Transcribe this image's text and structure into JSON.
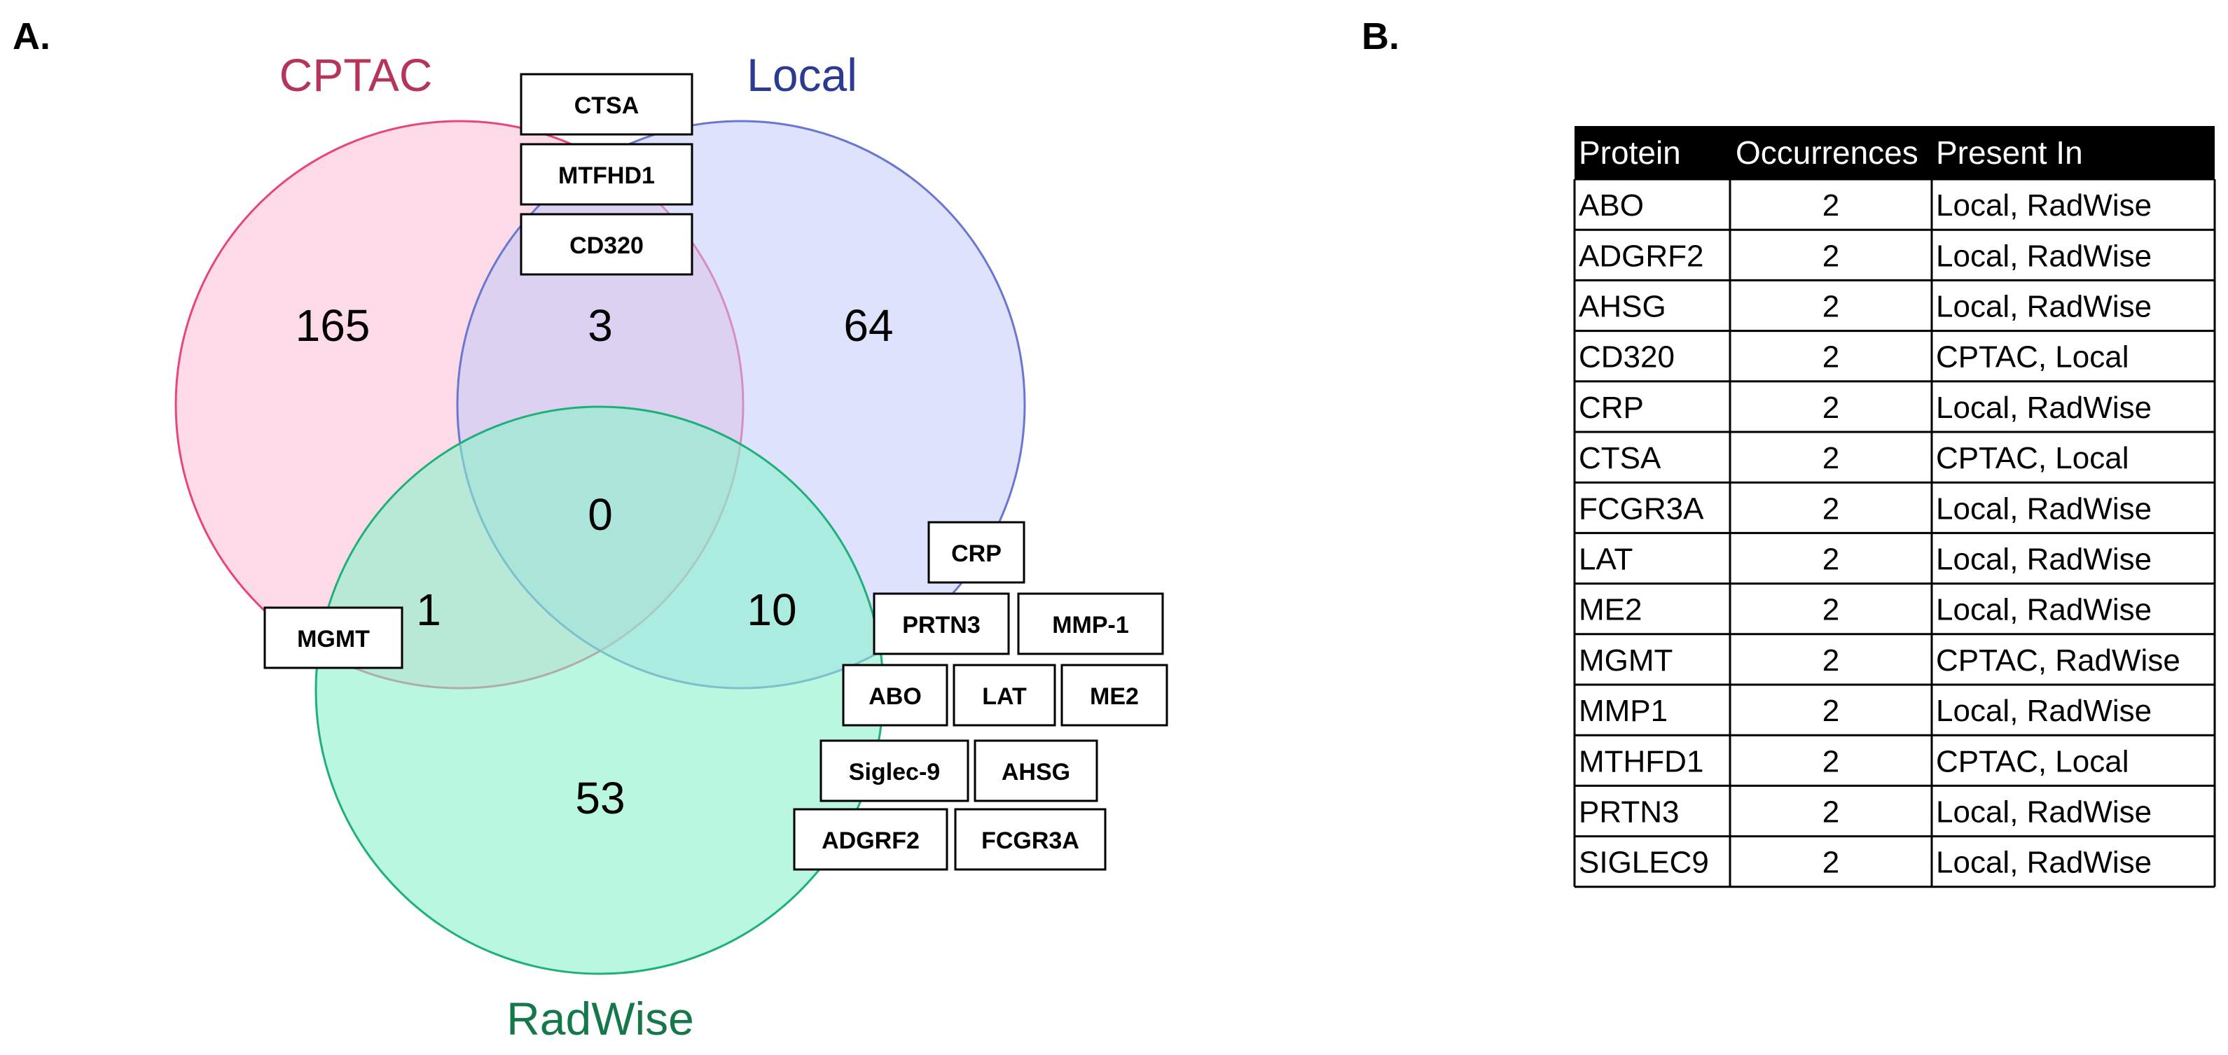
{
  "panel_a": {
    "label": "A.",
    "sets": [
      {
        "name": "CPTAC",
        "color": "#b5355a",
        "fill": "#fcc6da",
        "stroke": "#e8457c"
      },
      {
        "name": "Local",
        "color": "#2b3a93",
        "fill": "#c3cbfa",
        "stroke": "#6a77d0"
      },
      {
        "name": "RadWise",
        "color": "#16784a",
        "fill": "#8bf2cc",
        "stroke": "#1fb07a"
      }
    ],
    "counts": {
      "cptac_only": "165",
      "cptac_local": "3",
      "local_only": "64",
      "all_three": "0",
      "cptac_radwise": "1",
      "local_radwise": "10",
      "radwise_only": "53"
    },
    "tags": {
      "cptac_local": [
        "CTSA",
        "MTFHD1",
        "CD320"
      ],
      "cptac_radwise": [
        "MGMT"
      ],
      "local_radwise": [
        "CRP",
        "PRTN3",
        "MMP-1",
        "ABO",
        "LAT",
        "ME2",
        "Siglec-9",
        "AHSG",
        "ADGRF2",
        "FCGR3A"
      ]
    }
  },
  "panel_b": {
    "label": "B.",
    "columns": [
      "Protein",
      "Occurrences",
      "Present In"
    ],
    "rows": [
      [
        "ABO",
        "2",
        "Local, RadWise"
      ],
      [
        "ADGRF2",
        "2",
        "Local, RadWise"
      ],
      [
        "AHSG",
        "2",
        "Local, RadWise"
      ],
      [
        "CD320",
        "2",
        "CPTAC, Local"
      ],
      [
        "CRP",
        "2",
        "Local, RadWise"
      ],
      [
        "CTSA",
        "2",
        "CPTAC, Local"
      ],
      [
        "FCGR3A",
        "2",
        "Local, RadWise"
      ],
      [
        "LAT",
        "2",
        "Local, RadWise"
      ],
      [
        "ME2",
        "2",
        "Local, RadWise"
      ],
      [
        "MGMT",
        "2",
        "CPTAC, RadWise"
      ],
      [
        "MMP1",
        "2",
        "Local, RadWise"
      ],
      [
        "MTHFD1",
        "2",
        "CPTAC, Local"
      ],
      [
        "PRTN3",
        "2",
        "Local, RadWise"
      ],
      [
        "SIGLEC9",
        "2",
        "Local, RadWise"
      ]
    ]
  }
}
